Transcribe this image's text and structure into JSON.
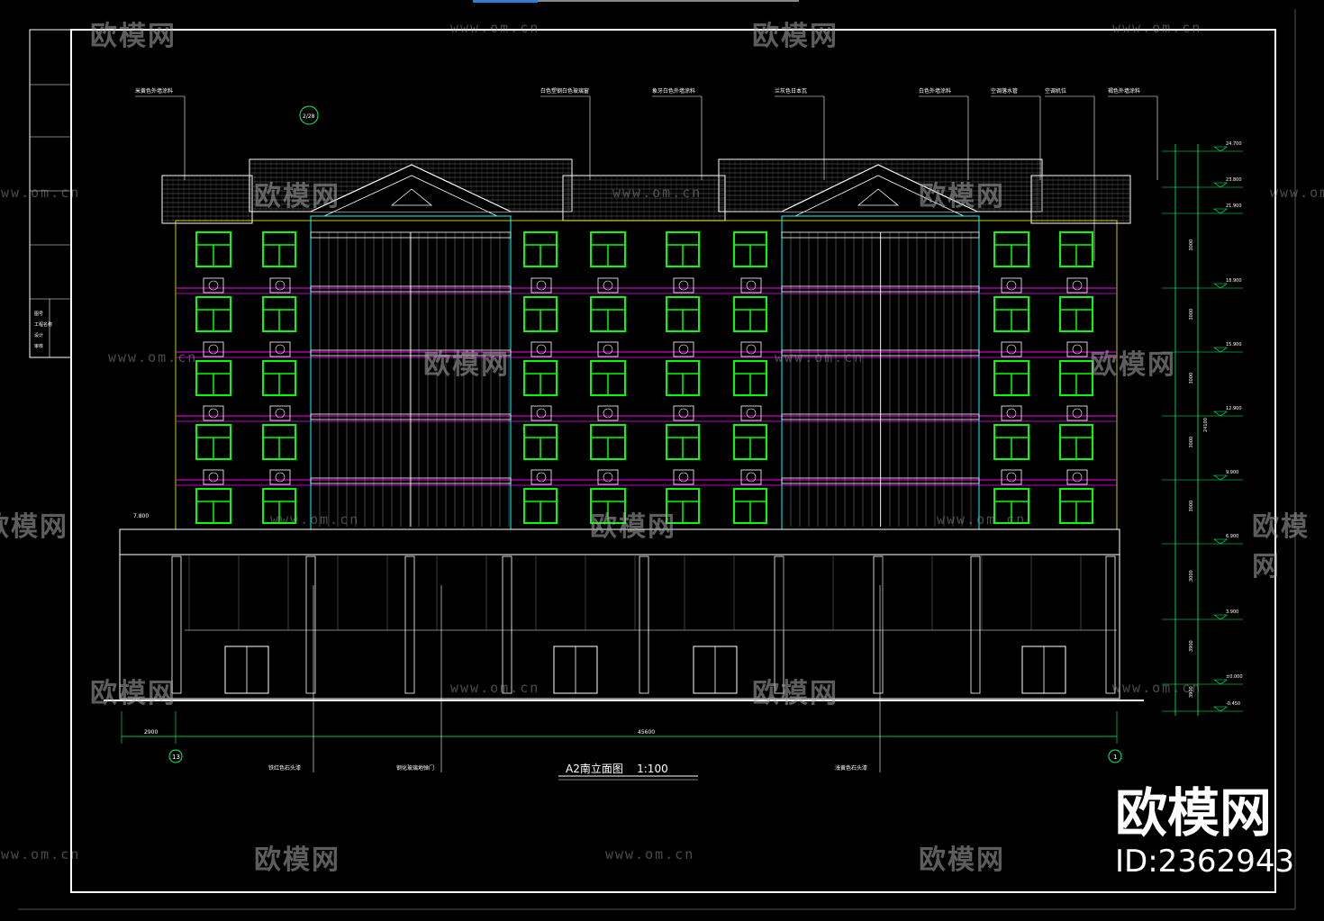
{
  "watermark": {
    "logo_text": "欧模网",
    "url_text": "www.om.cn"
  },
  "brand": {
    "name": "欧模网",
    "id": "ID:2362943"
  },
  "drawing": {
    "title": "A2南立面图",
    "scale": "1:100"
  },
  "annotations": {
    "top": [
      "米黄色外墙涂料",
      "白色塑钢白色玻璃窗",
      "象牙白色外墙涂料",
      "兰灰色日本瓦",
      "白色外墙涂料",
      "空调落水管",
      "空调机位",
      "褐色外墙涂料"
    ],
    "bottom": [
      "铁红色石头漆",
      "钢化玻璃地弹门",
      "浅黄色石头漆"
    ]
  },
  "axis": {
    "left": "13",
    "right": "1",
    "grid_ref": "2/28"
  },
  "dimensions": {
    "left_offset": "2900",
    "total_width": "45600",
    "level_left": "7.800",
    "elevations": [
      "24.700",
      "23.800",
      "21.900",
      "18.900",
      "15.900",
      "12.900",
      "9.900",
      "6.900",
      "3.900",
      "±0.000",
      "-0.450"
    ],
    "overall_height": "24100",
    "floor_heights": [
      "3000",
      "3000",
      "3000",
      "3000",
      "3000",
      "3000",
      "3900",
      "3900"
    ]
  },
  "title_block": {
    "rows": [
      "图号",
      "工程名称",
      "设计",
      "审核"
    ]
  },
  "colors": {
    "background": "#000000",
    "line": "#ffffff",
    "window": "#00ff00",
    "floor_line": "#ff00ff",
    "cyan": "#00ffff",
    "yellow": "#ffff00",
    "dim": "#00ff66"
  }
}
